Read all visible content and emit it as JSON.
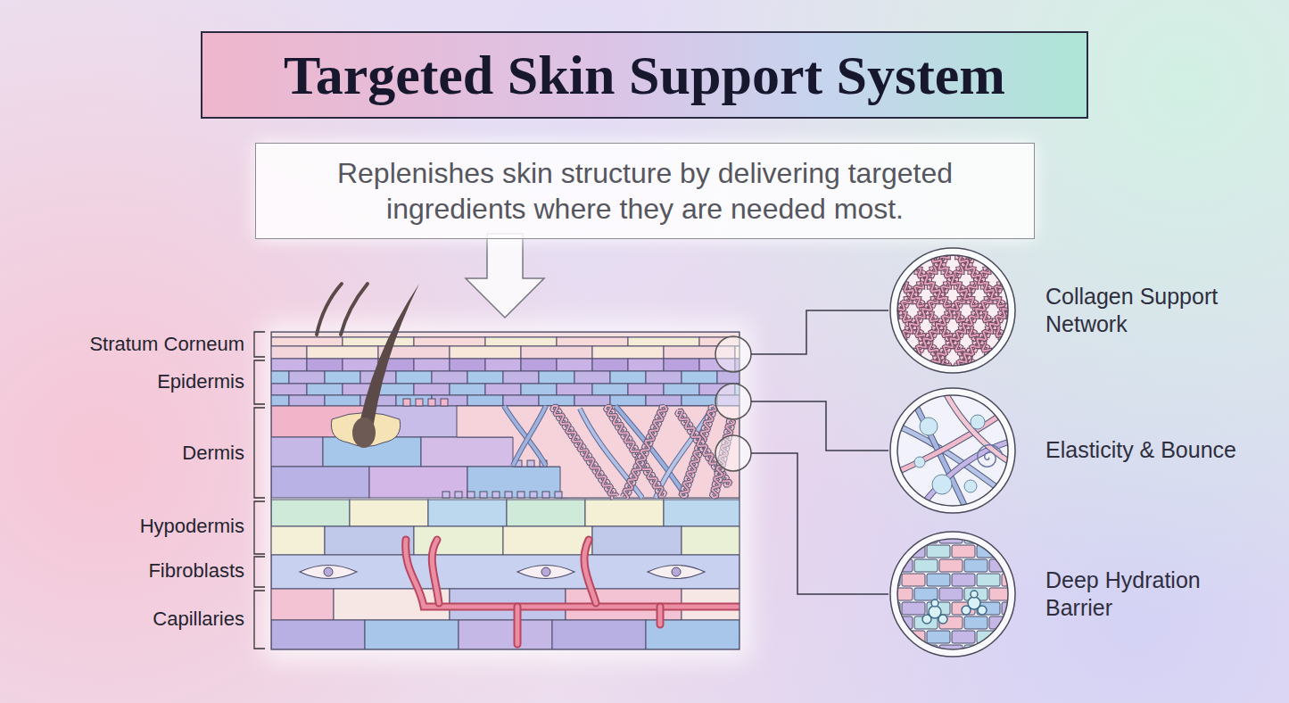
{
  "diagram": {
    "title": "Targeted Skin Support System",
    "nodes": [
      {
        "text": [
          "Replenishes skin structure by delivering targeted ingredients where they are needed most."
        ]
      },
      {
        "text": [
          "Collagen Support Network"
        ]
      },
      {
        "text": [
          "Elasticity & Bounce"
        ]
      },
      {
        "text": [
          "Deep Hydration Barrier"
        ]
      }
    ],
    "labels": [
      "Stratum Corneum",
      "Epidermis",
      "Dermis",
      "Hypodermis",
      "Fibroblasts",
      "Capillaries"
    ]
  }
}
